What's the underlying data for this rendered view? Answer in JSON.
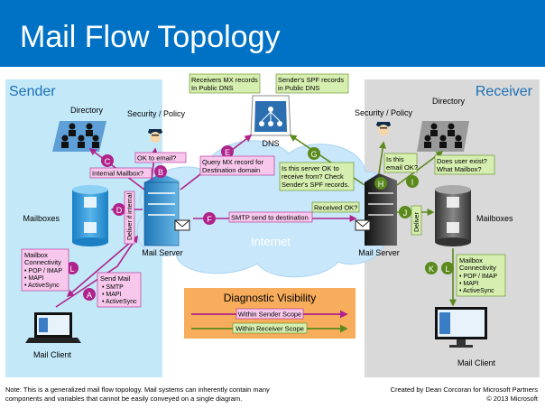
{
  "title": "Mail Flow Topology",
  "sender_label": "Sender",
  "receiver_label": "Receiver",
  "internet_label": "Internet",
  "nodes": {
    "directory_left": "Directory",
    "security_left": "Security / Policy",
    "mailboxes_left": "Mailboxes",
    "mail_server_left": "Mail Server",
    "mail_client_left": "Mail Client",
    "dns": "DNS",
    "directory_right": "Directory",
    "security_right": "Security / Policy",
    "mailboxes_right": "Mailboxes",
    "mail_server_right": "Mail Server",
    "mail_client_right": "Mail Client"
  },
  "steps": {
    "a": "A",
    "b": "B",
    "c": "C",
    "d": "D",
    "e": "E",
    "f": "F",
    "g": "G",
    "h": "H",
    "i": "I",
    "j": "J",
    "k": "K",
    "l": "L"
  },
  "labels": {
    "ok_to_email": "OK to email?",
    "internal_mailbox": "Internal Mailbox?",
    "deliver_if_internal": "Deliver if internal",
    "query_mx_1": "Query MX record for",
    "query_mx_2": "Destination domain",
    "smtp_send": "SMTP send to destination",
    "send_mail_title": "Send Mail",
    "send_mail_items": [
      "• SMTP",
      "• MAPI",
      "• ActiveSync"
    ],
    "conn_left_title_1": "Mailbox",
    "conn_left_title_2": "Connectivity",
    "conn_left_items": [
      "• POP / IMAP",
      "• MAPI",
      "• ActiveSync"
    ],
    "receivers_mx_1": "Receivers MX records",
    "receivers_mx_2": "In Public DNS",
    "senders_spf_1": "Sender's SPF records",
    "senders_spf_2": "in Public DNS",
    "server_ok_1": "Is this server OK to",
    "server_ok_2": "receive from? Check",
    "server_ok_3": "Sender's SPF records.",
    "received_ok": "Received OK?",
    "email_ok_1": "Is this",
    "email_ok_2": "email OK?",
    "user_exist_1": "Does user exist?",
    "user_exist_2": "What Mailbox?",
    "deliver": "Deliver",
    "conn_right_title_1": "Mailbox",
    "conn_right_title_2": "Connectivity",
    "conn_right_items": [
      "• POP / IMAP",
      "• MAPI",
      "• ActiveSync"
    ]
  },
  "legend": {
    "title": "Diagnostic Visibility",
    "sender_scope": "Within Sender Scope",
    "receiver_scope": "Within Receiver Scope"
  },
  "footer": {
    "note_1": "Note: This is a generalized mail flow topology. Mail systems can inherently contain many",
    "note_2": "components and variables that cannot be easily conveyed on a single diagram.",
    "credit_1": "Created by Dean Corcoran for Microsoft Partners",
    "credit_2": "© 2013 Microsoft"
  },
  "colors": {
    "title_bar": "#0072c6",
    "sender_bg": "#c3e9f9",
    "receiver_bg": "#d9d9d9",
    "sender_scope": "#b0238c",
    "receiver_scope": "#5a8a1c",
    "sender_label_box": "#f7c8ec",
    "receiver_label_box": "#d6eeb0",
    "legend_bg": "#f7ad5b"
  }
}
